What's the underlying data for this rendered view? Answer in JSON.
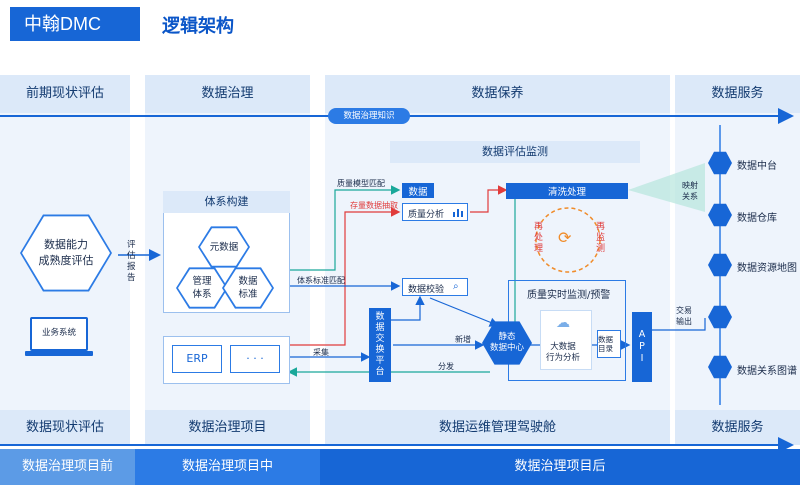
{
  "header": {
    "brand": "中翰DMC",
    "title": "逻辑架构"
  },
  "columns": {
    "pre": "前期现状评估",
    "gov": "数据治理",
    "care": "数据保养",
    "svc": "数据服务"
  },
  "footer_cols": {
    "pre": "数据现状评估",
    "gov": "数据治理项目",
    "care": "数据运维管理驾驶舱",
    "svc": "数据服务"
  },
  "phases": {
    "before": "数据治理项目前",
    "during": "数据治理项目中",
    "after": "数据治理项目后"
  },
  "knowledge_bar": "数据治理知识",
  "assessment": {
    "hex": "数据能力\n成熟度评估",
    "business": "业务系统",
    "report": "评\n估\n报\n告"
  },
  "system_build": {
    "title": "体系构建",
    "meta": "元数据",
    "mgmt": "管理\n体系",
    "std": "数据\n标准"
  },
  "sources": {
    "erp": "ERP",
    "more": "· · ·"
  },
  "exchange": "数\n据\n交\n换\n平\n台",
  "monitor": {
    "title": "数据评估监测",
    "data": "数据",
    "quality": "质量分析",
    "check": "数据校验",
    "clean": "清洗处理",
    "reprocess": "再\n处\n理",
    "remonitor": "再\n监\n测",
    "realtime": "质量实时监测/预警",
    "center": "静态\n数据中心",
    "bigdata": "大数据\n行为分析",
    "catalog": "数据\n目录",
    "api": "A\nP\nI"
  },
  "edges": {
    "model_match": "质量模型匹配",
    "stock_extract": "存量数据抽取",
    "sys_match": "体系标准匹配",
    "collect": "采集",
    "new": "新增",
    "distribute": "分发",
    "map": "映射\n关系",
    "exchange_out": "交易\n输出"
  },
  "services": [
    "数据中台",
    "数据仓库",
    "数据资源地图",
    "",
    "数据关系图谱"
  ],
  "colors": {
    "primary": "#1766d6",
    "red": "#e03b3b",
    "teal": "#1aa89a",
    "orange": "#f08c2a",
    "col_bg": "#eef4fc",
    "head_bg": "#dce9f9"
  }
}
